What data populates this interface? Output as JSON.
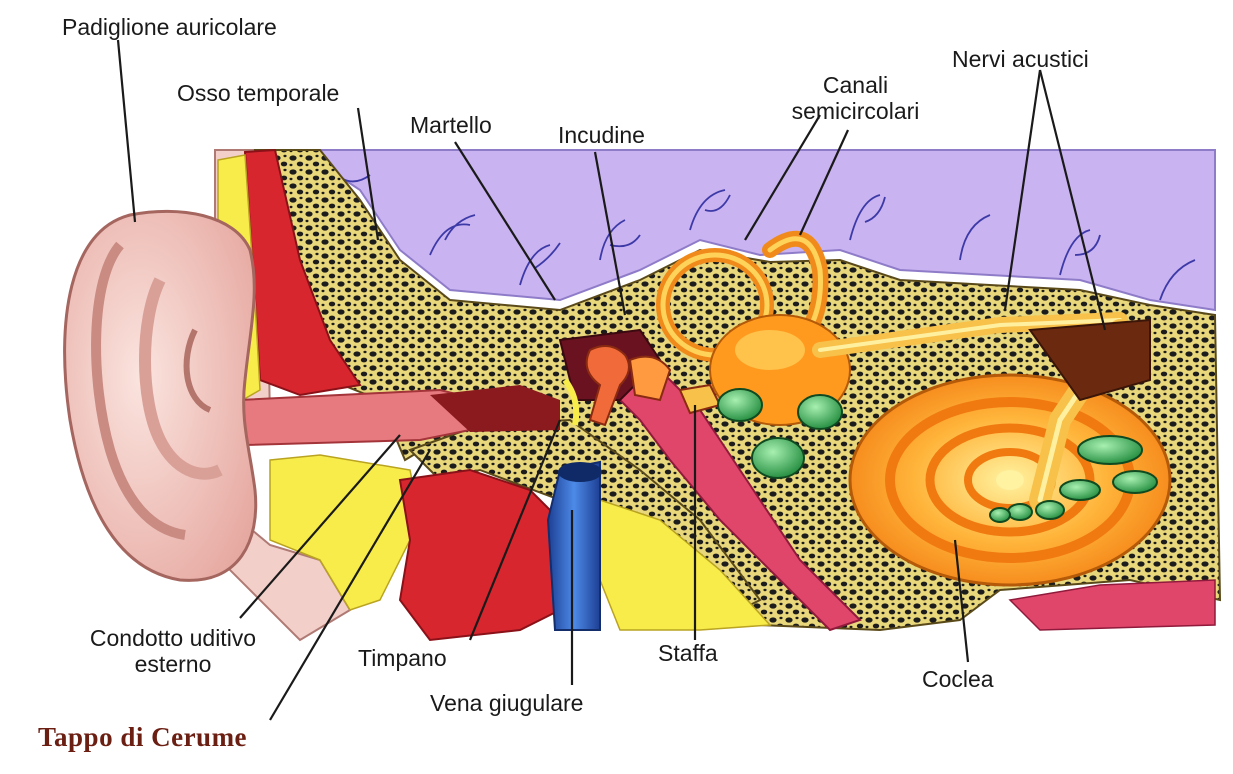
{
  "labels": {
    "padiglione": "Padiglione auricolare",
    "osso": "Osso temporale",
    "martello": "Martello",
    "incudine": "Incudine",
    "canali_1": "Canali",
    "canali_2": "semicircolari",
    "nervi": "Nervi acustici",
    "condotto_1": "Condotto uditivo",
    "condotto_2": "esterno",
    "timpano": "Timpano",
    "vena": "Vena giugulare",
    "staffa": "Staffa",
    "coclea": "Coclea"
  },
  "caption": "Tappo di Cerume",
  "colors": {
    "brain": "#c9b3f0",
    "bone": "#e8d37a",
    "bone_pores": "#1c1c1c",
    "skin": "#f2c9c4",
    "muscle": "#d8262f",
    "vein": "#2e5fc6",
    "fat": "#f7ec4a",
    "cochlea": "#ff9a1f",
    "ossicles": "#f06a3a",
    "green_nodes": "#2fa84f",
    "caption": "#6b1e12"
  }
}
